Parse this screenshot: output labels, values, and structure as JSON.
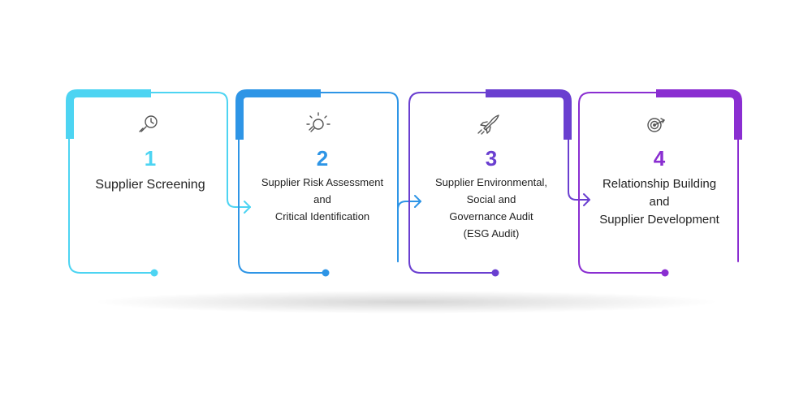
{
  "steps": [
    {
      "number": "1",
      "lines": [
        "Supplier Screening"
      ],
      "color": "#4dd4f2",
      "icon": "search-time-icon"
    },
    {
      "number": "2",
      "lines": [
        "Supplier Risk Assessment",
        "and",
        "Critical Identification"
      ],
      "color": "#2e95e6",
      "icon": "lightbulb-icon"
    },
    {
      "number": "3",
      "lines": [
        "Supplier Environmental,",
        "Social and",
        "Governance Audit",
        "(ESG Audit)"
      ],
      "color": "#6a3fd0",
      "icon": "rocket-icon"
    },
    {
      "number": "4",
      "lines": [
        "Relationship Building",
        "and",
        "Supplier Development"
      ],
      "color": "#8a2ed1",
      "icon": "target-icon"
    }
  ]
}
